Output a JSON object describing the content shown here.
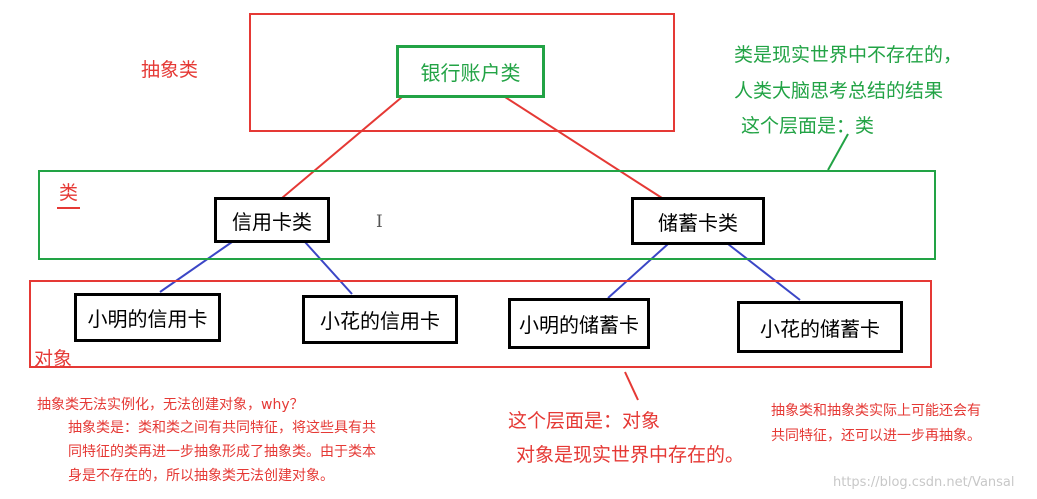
{
  "colors": {
    "red": "#e53935",
    "green": "#22a345",
    "blue": "#3b46c6",
    "black": "#000000",
    "watermark": "#c8c8c8"
  },
  "labels": {
    "abstract_class": "抽象类",
    "class": "类",
    "object": "对象"
  },
  "nodes": {
    "bank_account": "银行账户类",
    "credit_card": "信用卡类",
    "savings_card": "储蓄卡类",
    "xiaoming_credit": "小明的信用卡",
    "xiaohua_credit": "小花的信用卡",
    "xiaoming_savings": "小明的储蓄卡",
    "xiaohua_savings": "小花的储蓄卡"
  },
  "notes": {
    "green_line1": "类是现实世界中不存在的，",
    "green_line2": "人类大脑思考总结的结果",
    "green_line3": "这个层面是：类",
    "left_line1": "抽象类无法实例化，无法创建对象，why？",
    "left_line2": "抽象类是：类和类之间有共同特征，将这些具有共",
    "left_line3": "同特征的类再进一步抽象形成了抽象类。由于类本",
    "left_line4": "身是不存在的，所以抽象类无法创建对象。",
    "middle_line1": "这个层面是：对象",
    "middle_line2": "对象是现实世界中存在的。",
    "right_line1": "抽象类和抽象类实际上可能还会有",
    "right_line2": "共同特征，还可以进一步再抽象。"
  },
  "cursor_glyph": "I",
  "watermark": "https://blog.csdn.net/Vansal"
}
